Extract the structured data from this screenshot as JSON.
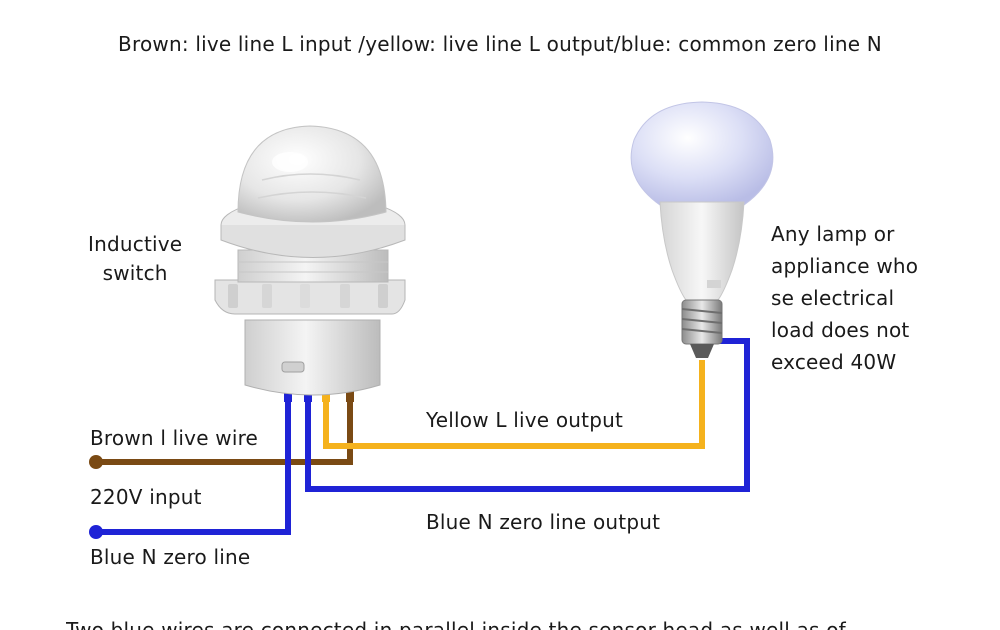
{
  "title": "Brown: live line L input /yellow: live line L output/blue: common zero line N",
  "switch": {
    "label_line1": "Inductive",
    "label_line2": "switch"
  },
  "lamp": {
    "label_lines": [
      "Any lamp or",
      "appliance who",
      "se electrical",
      "load does not",
      "exceed 40W"
    ]
  },
  "wires": {
    "brown_input_label": "Brown l live wire",
    "input_voltage_label": "220V input",
    "blue_input_label": "Blue N zero line",
    "yellow_output_label": "Yellow L live output",
    "blue_output_label": "Blue N zero line output"
  },
  "colors": {
    "brown": "#7a4a14",
    "yellow": "#f5b21d",
    "blue": "#1f23d6",
    "sensor_body": "#e9e9e9",
    "bulb_glass": "#d9dcf5"
  },
  "cutoff_text": "Two blue wires are connected in parallel inside the sensor head as well as of"
}
